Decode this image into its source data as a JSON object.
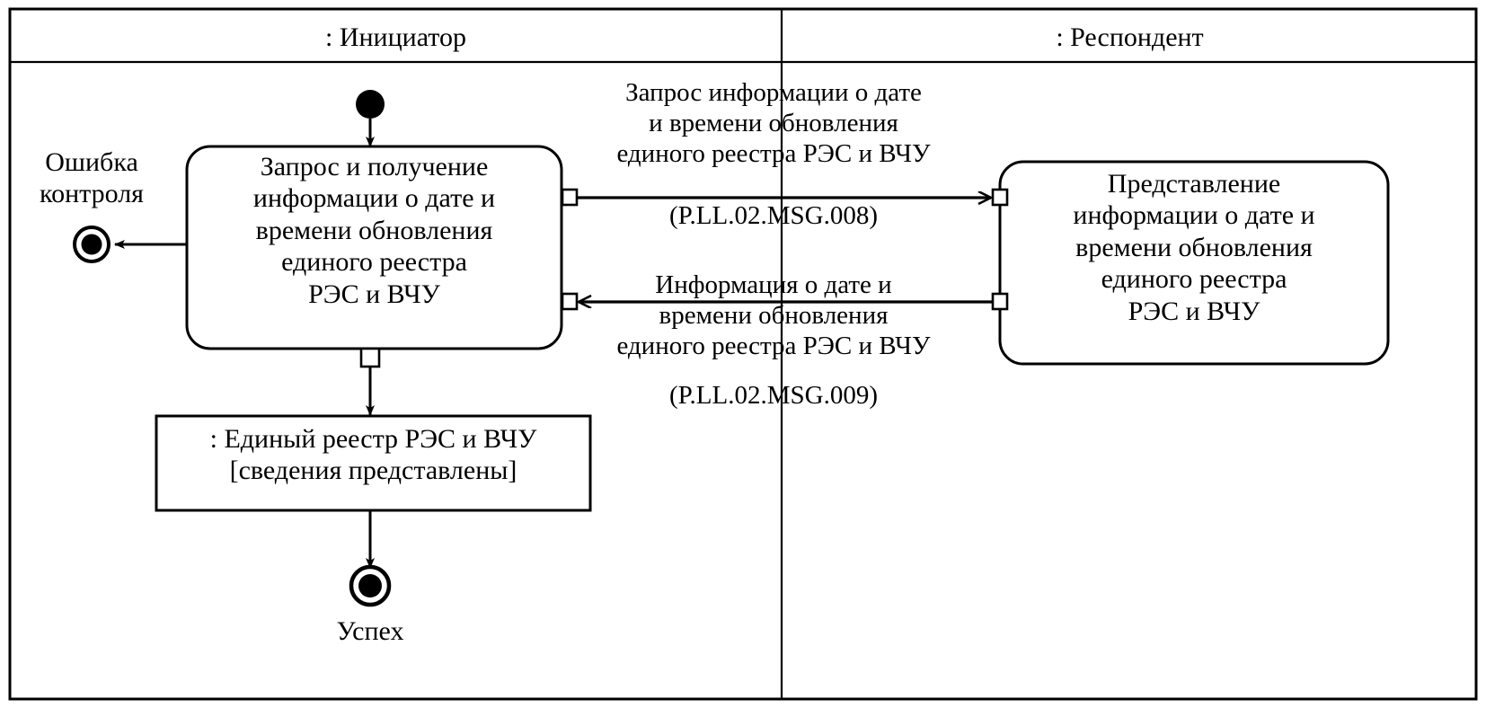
{
  "diagram": {
    "type": "uml-activity-swimlane-diagram",
    "frame": {
      "border_color": "#000000",
      "background": "#ffffff"
    }
  },
  "swimlanes": [
    {
      "id": "initiator",
      "title": ": Инициатор"
    },
    {
      "id": "respondent",
      "title": ": Респондент"
    }
  ],
  "nodes": {
    "initial": {
      "name": "initial-node",
      "kind": "initial-state"
    },
    "activity_left": {
      "name": "activity-request-receive",
      "label": "Запрос и получение\nинформации о дате и\nвремени обновления\nединого реестра\nРЭС и ВЧУ"
    },
    "activity_right": {
      "name": "activity-provide-info",
      "label": "Представление\nинформации о дате и\nвремени обновления\nединого реестра\nРЭС и ВЧУ"
    },
    "object_node": {
      "name": "object-node-registry",
      "label": ": Единый реестр РЭС и ВЧУ\n[сведения представлены]"
    },
    "final_error": {
      "name": "final-state-error",
      "label": "Ошибка\nконтроля"
    },
    "final_success": {
      "name": "final-state-success",
      "label": "Успех"
    }
  },
  "messages": [
    {
      "id": "msg-008",
      "direction": "left-to-right",
      "text": "Запрос информации о дате\nи времени обновления\nединого реестра РЭС и ВЧУ",
      "code": "(P.LL.02.MSG.008)"
    },
    {
      "id": "msg-009",
      "direction": "right-to-left",
      "text": "Информация о дате и\nвремени обновления\nединого реестра РЭС и ВЧУ",
      "code": "(P.LL.02.MSG.009)"
    }
  ]
}
